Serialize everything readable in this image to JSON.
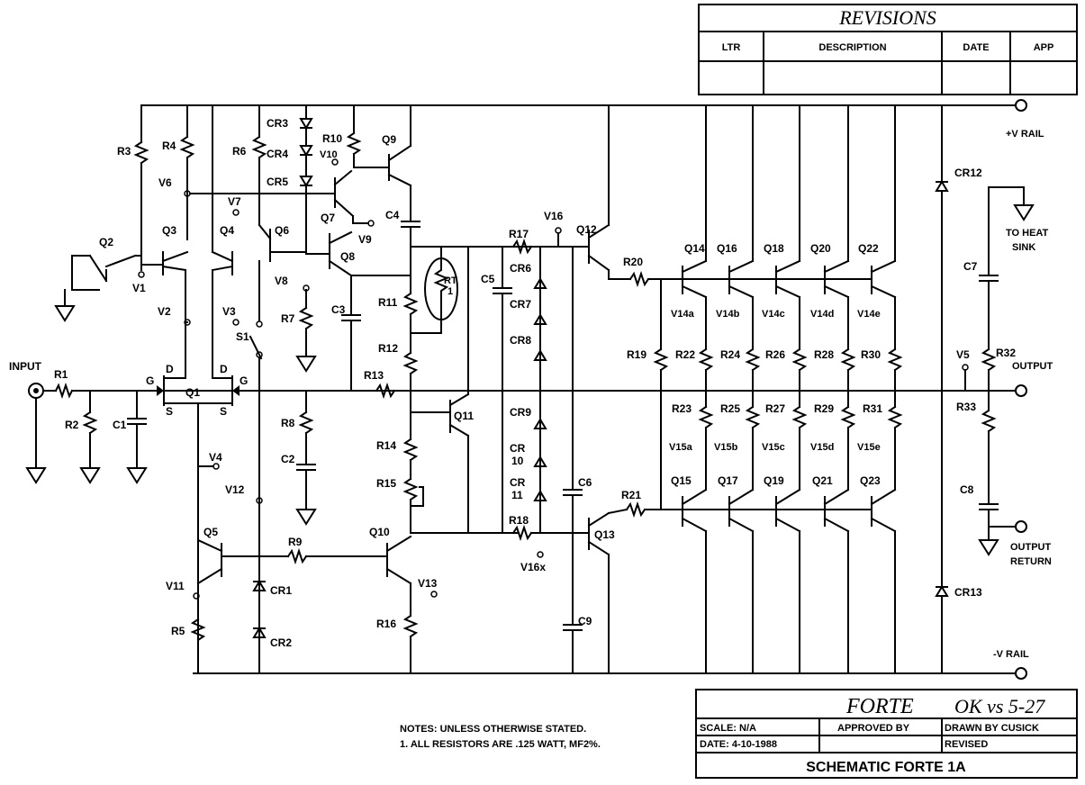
{
  "revisions": {
    "title": "REVISIONS",
    "headers": [
      "LTR",
      "DESCRIPTION",
      "DATE",
      "APP"
    ]
  },
  "rails": {
    "vplus": "+V RAIL",
    "vminus": "-V RAIL",
    "heat_sink": [
      "TO HEAT",
      "SINK"
    ],
    "output": "OUTPUT",
    "output_return": [
      "OUTPUT",
      "RETURN"
    ],
    "input": "INPUT"
  },
  "components": {
    "resistors": [
      "R1",
      "R2",
      "R3",
      "R4",
      "R5",
      "R6",
      "R7",
      "R8",
      "R9",
      "R10",
      "R11",
      "R12",
      "R13",
      "R14",
      "R15",
      "R16",
      "R17",
      "R18",
      "R19",
      "R20",
      "R21",
      "R22",
      "R23",
      "R24",
      "R25",
      "R26",
      "R27",
      "R28",
      "R29",
      "R30",
      "R31",
      "R32",
      "R33"
    ],
    "capacitors": [
      "C1",
      "C2",
      "C3",
      "C4",
      "C5",
      "C6",
      "C7",
      "C8",
      "C9"
    ],
    "diodes": [
      "CR1",
      "CR2",
      "CR3",
      "CR4",
      "CR5",
      "CR6",
      "CR7",
      "CR8",
      "CR9",
      "CR",
      "10",
      "CR",
      "11",
      "CR12",
      "CR13"
    ],
    "transistors": [
      "Q1",
      "Q2",
      "Q3",
      "Q4",
      "Q5",
      "Q6",
      "Q7",
      "Q8",
      "Q9",
      "Q10",
      "Q11",
      "Q12",
      "Q13",
      "Q14",
      "Q15",
      "Q16",
      "Q17",
      "Q18",
      "Q19",
      "Q20",
      "Q21",
      "Q22",
      "Q23"
    ],
    "thermistor": [
      "RT",
      "1"
    ],
    "switch": "S1",
    "test_points": [
      "V1",
      "V2",
      "V3",
      "V4",
      "V5",
      "V6",
      "V7",
      "V8",
      "V9",
      "V10",
      "V11",
      "V12",
      "V13",
      "V16",
      "V16x",
      "V14a",
      "V14b",
      "V14c",
      "V14d",
      "V14e",
      "V15a",
      "V15b",
      "V15c",
      "V15d",
      "V15e"
    ],
    "pins": [
      "G",
      "D",
      "S",
      "G",
      "D",
      "S"
    ]
  },
  "notes": {
    "line1": "NOTES: UNLESS OTHERWISE STATED.",
    "line2": "1. ALL RESISTORS ARE .125 WATT, MF2%."
  },
  "title_block": {
    "name": "FORTE",
    "handwritten": "OK vs 5-27",
    "scale": "SCALE:  N/A",
    "approved": "APPROVED BY",
    "drawn": "DRAWN BY CUSICK",
    "revised": "REVISED",
    "date": "DATE:  4-10-1988",
    "schematic": "SCHEMATIC FORTE 1A"
  }
}
